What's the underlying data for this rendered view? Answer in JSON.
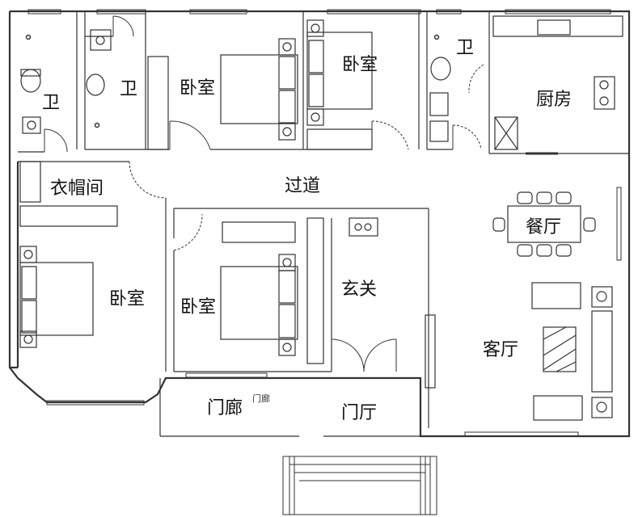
{
  "plan": {
    "rooms": {
      "bath_1": "卫",
      "bath_2": "卫",
      "bath_3": "卫",
      "bedroom_north": "卧室",
      "bedroom_northeast": "卧室",
      "bedroom_southwest": "卧室",
      "bedroom_center": "卧室",
      "kitchen": "厨房",
      "closet": "衣帽间",
      "corridor": "过道",
      "foyer": "玄关",
      "dining": "餐厅",
      "living": "客厅",
      "porch": "门廊",
      "porch_small": "门廊",
      "entrance_hall": "门厅"
    }
  }
}
